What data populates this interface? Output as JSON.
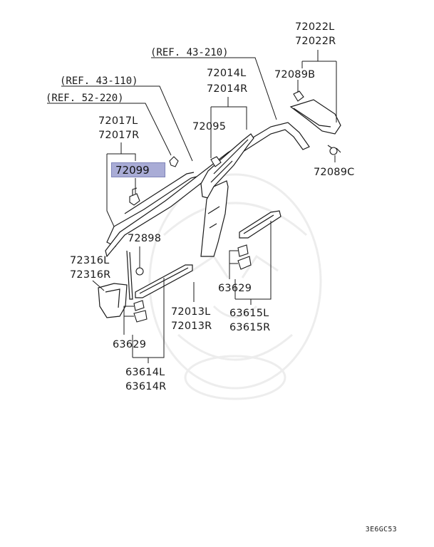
{
  "refs": {
    "ref_43_210": "(REF. 43-210)",
    "ref_43_110": "(REF. 43-110)",
    "ref_52_220": "(REF. 52-220)"
  },
  "parts": {
    "p72022L": "72022L",
    "p72022R": "72022R",
    "p72089B": "72089B",
    "p72089C": "72089C",
    "p72014L": "72014L",
    "p72014R": "72014R",
    "p72095": "72095",
    "p72017L": "72017L",
    "p72017R": "72017R",
    "p72099": "72099",
    "p72898": "72898",
    "p72316L": "72316L",
    "p72316R": "72316R",
    "p63629_right": "63629",
    "p63615L": "63615L",
    "p63615R": "63615R",
    "p72013L": "72013L",
    "p72013R": "72013R",
    "p63629_left": "63629",
    "p63614L": "63614L",
    "p63614R": "63614R"
  },
  "diagram_code": "3E6GC53",
  "colors": {
    "highlight": "#a9acd6",
    "line": "#1a1a1a",
    "watermark": "#ececec"
  }
}
